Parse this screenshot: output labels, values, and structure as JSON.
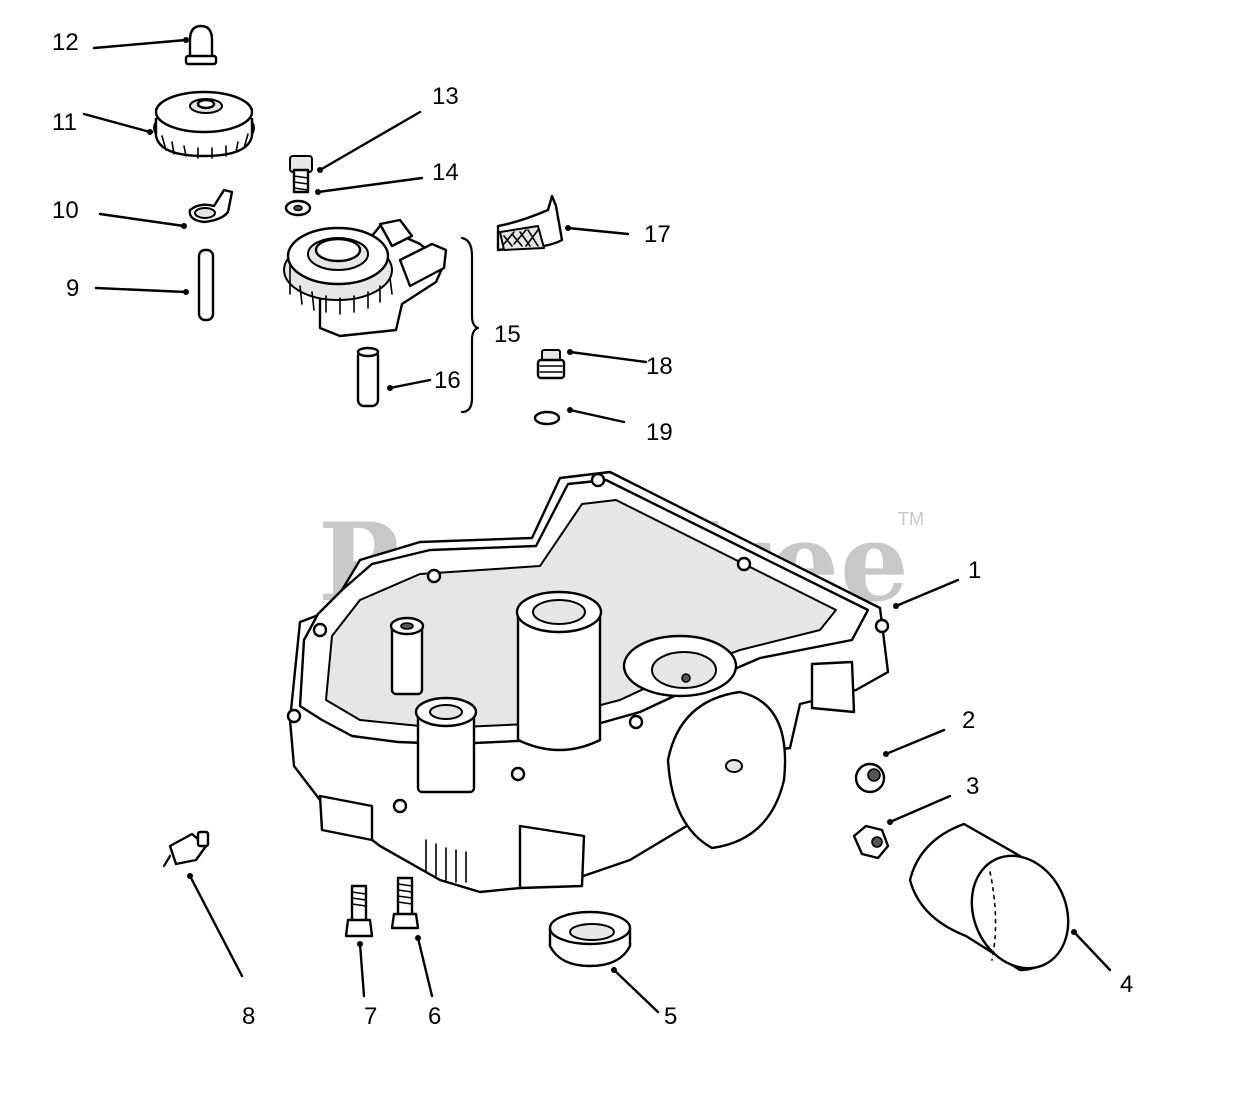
{
  "watermark": {
    "text": "PartsTree",
    "trademark": "TM"
  },
  "callouts": [
    {
      "label": "1"
    },
    {
      "label": "2"
    },
    {
      "label": "3"
    },
    {
      "label": "4"
    },
    {
      "label": "5"
    },
    {
      "label": "6"
    },
    {
      "label": "7"
    },
    {
      "label": "8"
    },
    {
      "label": "9"
    },
    {
      "label": "10"
    },
    {
      "label": "11"
    },
    {
      "label": "12"
    },
    {
      "label": "13"
    },
    {
      "label": "14"
    },
    {
      "label": "15"
    },
    {
      "label": "16"
    },
    {
      "label": "17"
    },
    {
      "label": "18"
    },
    {
      "label": "19"
    }
  ]
}
